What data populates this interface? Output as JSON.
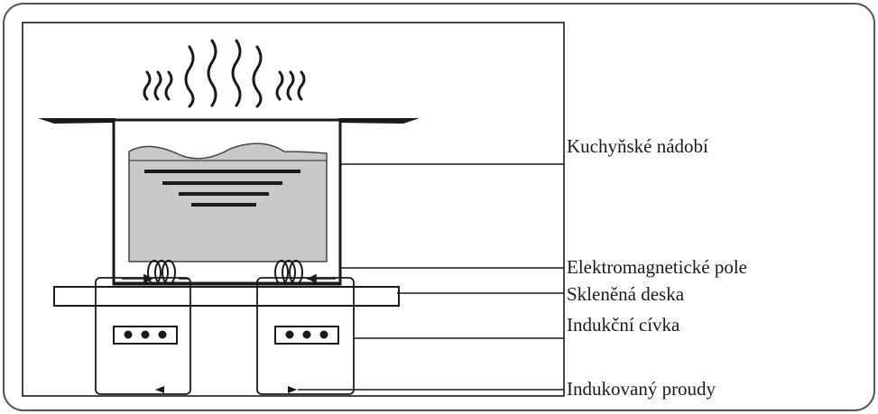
{
  "diagram": {
    "labels": {
      "cookware": "Kuchyňské nádobí",
      "em_field": "Elektromagnetické pole",
      "glass_plate": "Skleněná deska",
      "coil": "Indukční cívka",
      "induced_current": "Indukovaný proudy"
    },
    "colors": {
      "line": "#1a1a1a",
      "food": "#c8c8c8",
      "outer_border": "#555555"
    }
  }
}
